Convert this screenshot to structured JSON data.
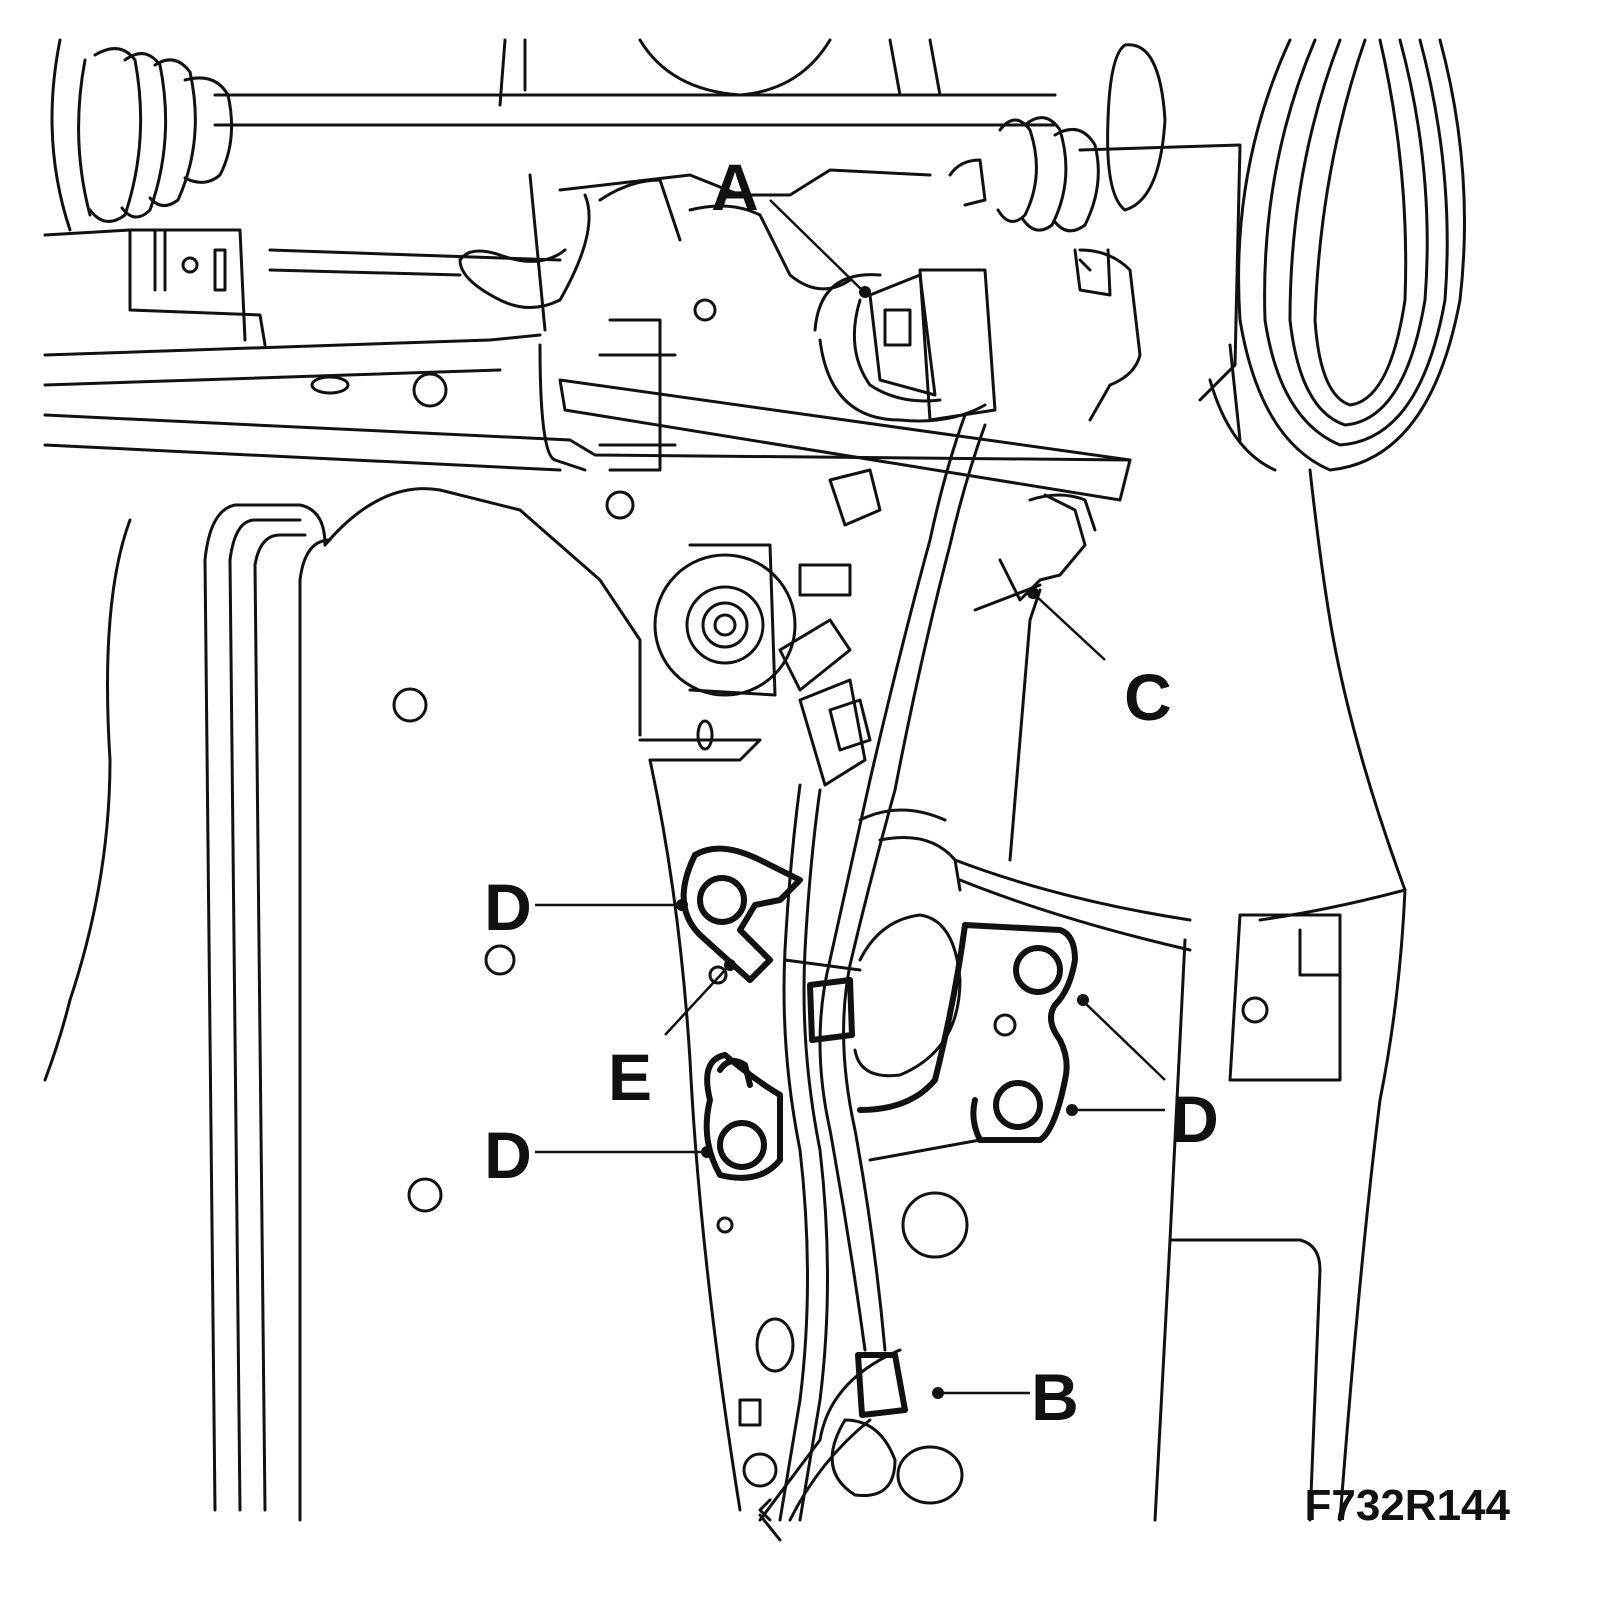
{
  "figure": {
    "code": "F732R144"
  },
  "callouts": [
    {
      "id": "A",
      "text": "A"
    },
    {
      "id": "B",
      "text": "B"
    },
    {
      "id": "C",
      "text": "C"
    },
    {
      "id": "D1",
      "text": "D"
    },
    {
      "id": "D2",
      "text": "D"
    },
    {
      "id": "D3",
      "text": "D"
    },
    {
      "id": "E",
      "text": "E"
    }
  ]
}
